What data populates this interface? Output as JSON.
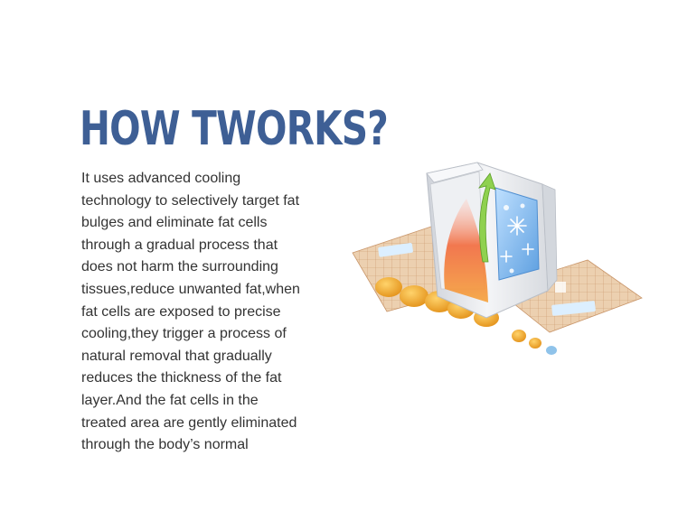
{
  "headline": "HOW TWORKS?",
  "body_lines": [
    "It uses advanced cooling",
    "technology to selectively target fat",
    "bulges and eliminate fat cells",
    "through a gradual process that",
    "does not harm the surrounding",
    "tissues,reduce unwanted fat,when",
    "fat cells are exposed to precise",
    "cooling,they trigger a process of",
    "natural removal that gradually",
    "reduces the thickness of the fat",
    "layer.And the fat cells in the",
    "treated area are gently eliminated",
    "through the body’s normal"
  ],
  "illustration": {
    "icons": [
      "cryo-applicator-icon",
      "snowflake-icon",
      "fat-cell-icon"
    ],
    "colors": {
      "skin": "#e9c7a2",
      "skin_grid": "#c9966a",
      "fat_cell": "#f0a92a",
      "heat": "#f26a3d",
      "cold_panel": "#7fb8ec",
      "device_body": "#e6e8ec",
      "arrow": "#8fd14f"
    }
  }
}
